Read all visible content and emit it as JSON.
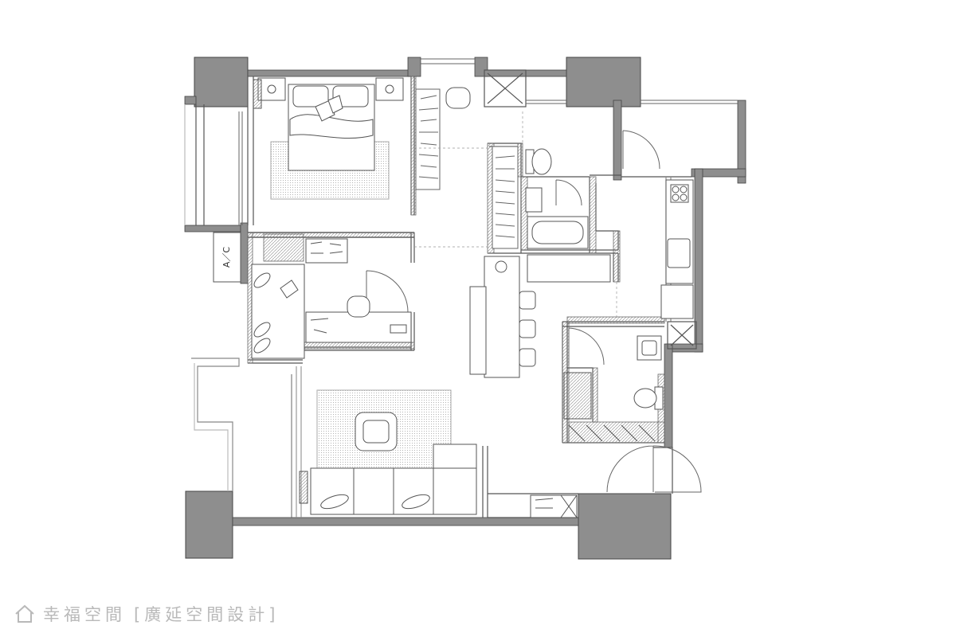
{
  "labels": {
    "ac": "A／C"
  },
  "watermark": {
    "brand": "幸福空間",
    "designer": "[廣延空間設計]"
  },
  "colors": {
    "column": "#8e8e8e",
    "wall": "#8e8e8e",
    "line": "#555555",
    "hatch": "#777777",
    "watermark": "#b9b9b9"
  }
}
